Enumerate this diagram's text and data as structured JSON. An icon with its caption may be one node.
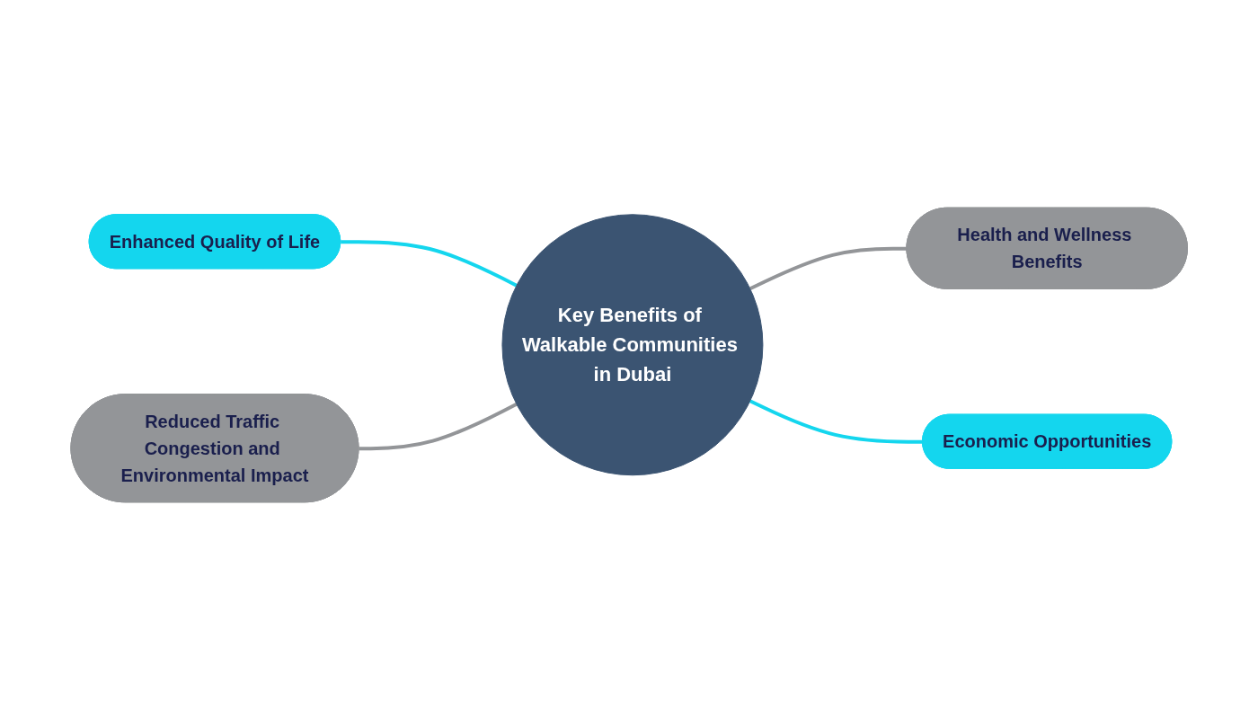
{
  "diagram": {
    "nodes": [
      {
        "text": [
          "Enhanced Quality of Life"
        ]
      },
      {
        "text": [
          "Health and Wellness Benefits"
        ]
      },
      {
        "text": [
          "Key Benefits of Walkable Communities in Dubai"
        ]
      },
      {
        "text": [
          "Reduced Traffic Congestion and Environmental Impact"
        ]
      },
      {
        "text": [
          "Economic Opportunities"
        ]
      }
    ],
    "edges": [
      {
        "from": 0,
        "to": 2,
        "arrow": "none",
        "color": "#14d6ee"
      },
      {
        "from": 2,
        "to": 1,
        "arrow": "none",
        "color": "#939598"
      },
      {
        "from": 3,
        "to": 2,
        "arrow": "none",
        "color": "#939598"
      },
      {
        "from": 2,
        "to": 4,
        "arrow": "none",
        "color": "#14d6ee"
      }
    ]
  }
}
